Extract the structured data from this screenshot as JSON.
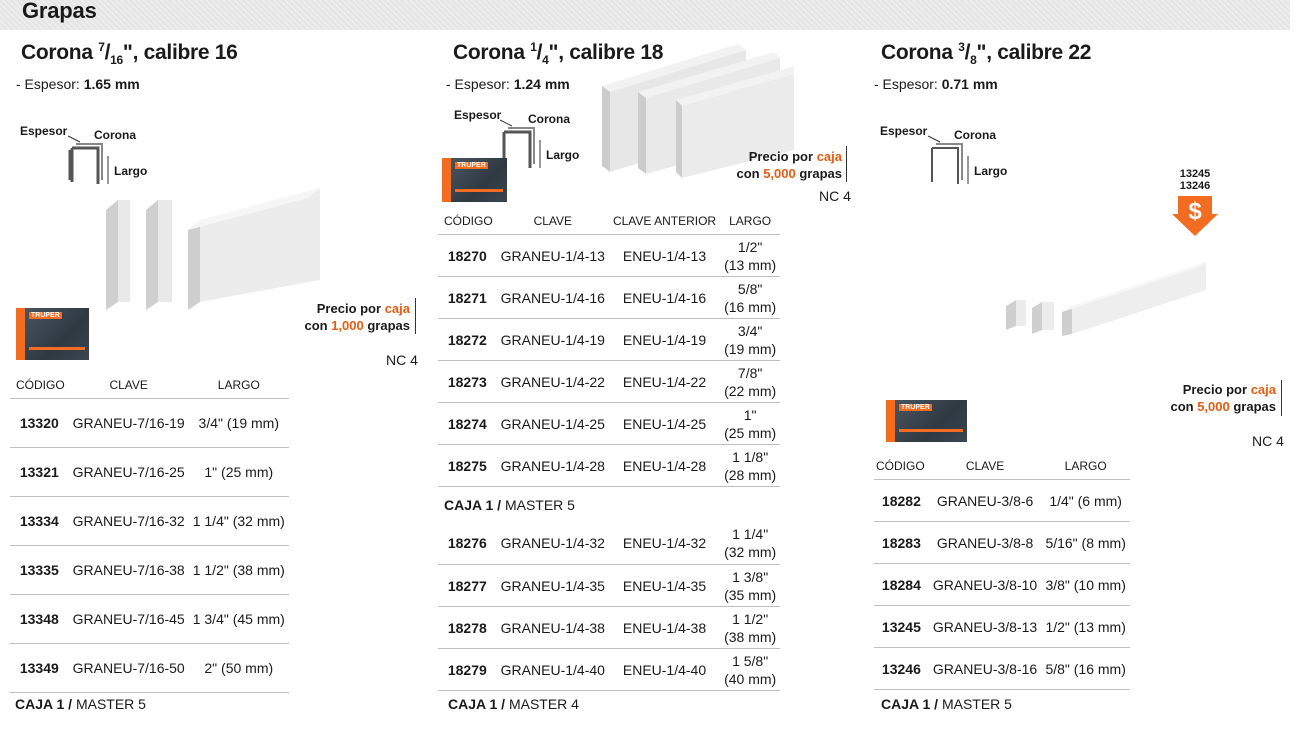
{
  "page": {
    "title": "Grapas"
  },
  "columns": [
    {
      "title_prefix": "Corona ",
      "title_num": "7",
      "title_den": "16",
      "title_suffix": "\", calibre 16",
      "thickness_label": "- Espesor: ",
      "thickness_value": "1.65 mm",
      "diagram": {
        "espesor": "Espesor",
        "corona": "Corona",
        "largo": "Largo"
      },
      "box_logo": "TRUPER",
      "price": {
        "line1_a": "Precio por ",
        "line1_b": "caja",
        "line2_a": "con ",
        "line2_b": "1,000",
        "line2_c": " grapas"
      },
      "nc": "NC 4",
      "headers": [
        "CÓDIGO",
        "CLAVE",
        "LARGO"
      ],
      "rows": [
        [
          "13320",
          "GRANEU-7/16-19",
          "3/4\" (19 mm)"
        ],
        [
          "13321",
          "GRANEU-7/16-25",
          "1\" (25 mm)"
        ],
        [
          "13334",
          "GRANEU-7/16-32",
          "1 1/4\" (32 mm)"
        ],
        [
          "13335",
          "GRANEU-7/16-38",
          "1 1/2\" (38 mm)"
        ],
        [
          "13348",
          "GRANEU-7/16-45",
          "1 3/4\" (45 mm)"
        ],
        [
          "13349",
          "GRANEU-7/16-50",
          "2\" (50 mm)"
        ]
      ],
      "caja_bold": "CAJA 1 /",
      "caja_rest": " MASTER 5"
    },
    {
      "title_prefix": "Corona ",
      "title_num": "1",
      "title_den": "4",
      "title_suffix": "\", calibre 18",
      "thickness_label": "- Espesor: ",
      "thickness_value": "1.24 mm",
      "diagram": {
        "espesor": "Espesor",
        "corona": "Corona",
        "largo": "Largo"
      },
      "box_logo": "TRUPER",
      "price": {
        "line1_a": "Precio por ",
        "line1_b": "caja",
        "line2_a": "con ",
        "line2_b": "5,000",
        "line2_c": " grapas"
      },
      "nc": "NC 4",
      "headers": [
        "CÓDIGO",
        "CLAVE",
        "CLAVE ANTERIOR",
        "LARGO"
      ],
      "rows": [
        [
          "18270",
          "GRANEU-1/4-13",
          "ENEU-1/4-13",
          "1/2\"",
          "(13 mm)"
        ],
        [
          "18271",
          "GRANEU-1/4-16",
          "ENEU-1/4-16",
          "5/8\"",
          "(16 mm)"
        ],
        [
          "18272",
          "GRANEU-1/4-19",
          "ENEU-1/4-19",
          "3/4\"",
          "(19 mm)"
        ],
        [
          "18273",
          "GRANEU-1/4-22",
          "ENEU-1/4-22",
          "7/8\"",
          "(22 mm)"
        ],
        [
          "18274",
          "GRANEU-1/4-25",
          "ENEU-1/4-25",
          "1\"",
          "(25 mm)"
        ],
        [
          "18275",
          "GRANEU-1/4-28",
          "ENEU-1/4-28",
          "1 1/8\"",
          "(28 mm)"
        ]
      ],
      "mid_caja_bold": "CAJA 1 /",
      "mid_caja_rest": " MASTER 5",
      "rows2": [
        [
          "18276",
          "GRANEU-1/4-32",
          "ENEU-1/4-32",
          "1 1/4\"",
          "(32 mm)"
        ],
        [
          "18277",
          "GRANEU-1/4-35",
          "ENEU-1/4-35",
          "1 3/8\"",
          "(35 mm)"
        ],
        [
          "18278",
          "GRANEU-1/4-38",
          "ENEU-1/4-38",
          "1 1/2\"",
          "(38 mm)"
        ],
        [
          "18279",
          "GRANEU-1/4-40",
          "ENEU-1/4-40",
          "1 5/8\"",
          "(40 mm)"
        ]
      ],
      "caja_bold": "CAJA 1 /",
      "caja_rest": " MASTER 4"
    },
    {
      "title_prefix": "Corona ",
      "title_num": "3",
      "title_den": "8",
      "title_suffix": "\", calibre 22",
      "thickness_label": "- Espesor: ",
      "thickness_value": "0.71 mm",
      "diagram": {
        "espesor": "Espesor",
        "corona": "Corona",
        "largo": "Largo"
      },
      "badge_codes": [
        "13245",
        "13246"
      ],
      "badge_symbol": "$",
      "box_logo": "TRUPER",
      "price": {
        "line1_a": "Precio por ",
        "line1_b": "caja",
        "line2_a": "con ",
        "line2_b": "5,000",
        "line2_c": " grapas"
      },
      "nc": "NC 4",
      "headers": [
        "CÓDIGO",
        "CLAVE",
        "LARGO"
      ],
      "rows": [
        [
          "18282",
          "GRANEU-3/8-6",
          "1/4\" (6 mm)"
        ],
        [
          "18283",
          "GRANEU-3/8-8",
          "5/16\" (8 mm)"
        ],
        [
          "18284",
          "GRANEU-3/8-10",
          "3/8\" (10 mm)"
        ],
        [
          "13245",
          "GRANEU-3/8-13",
          "1/2\" (13 mm)"
        ],
        [
          "13246",
          "GRANEU-3/8-16",
          "5/8\" (16 mm)"
        ]
      ],
      "caja_bold": "CAJA 1 /",
      "caja_rest": " MASTER 5"
    }
  ],
  "colors": {
    "accent": "#e35d13",
    "box_orange": "#f26c21",
    "rule": "#bfbfbf"
  }
}
